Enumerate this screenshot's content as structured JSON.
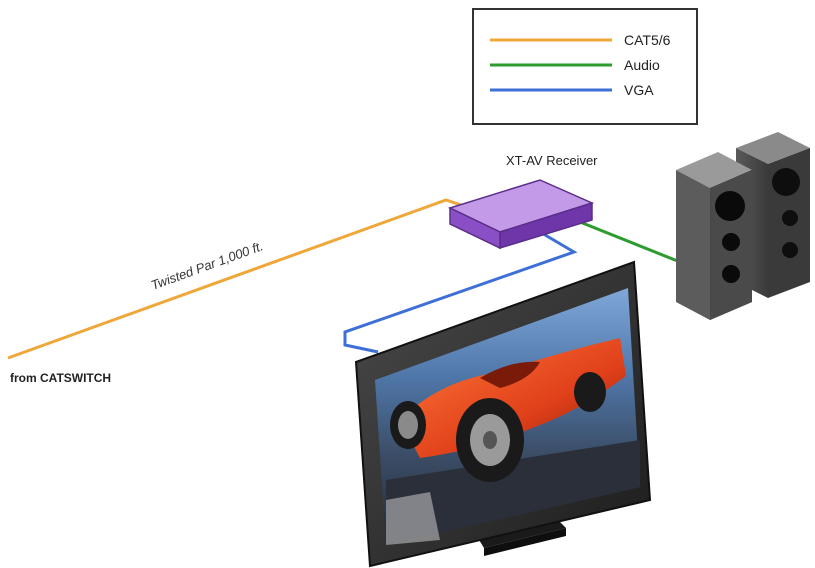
{
  "legend": {
    "items": [
      {
        "label": "CAT5/6",
        "color": "#f0a73a"
      },
      {
        "label": "Audio",
        "color": "#2e9b2e"
      },
      {
        "label": "VGA",
        "color": "#3e6fd6"
      }
    ]
  },
  "receiver": {
    "label": "XT-AV Receiver",
    "color": "#9a5fd0"
  },
  "cable": {
    "label": "Twisted Par 1,000 ft."
  },
  "source": {
    "label": "from CATSWITCH"
  },
  "icons": {
    "receiver": "receiver-box-icon",
    "speakers": "speaker-icon",
    "monitor": "monitor-icon",
    "screen_image": "race-car-image"
  }
}
